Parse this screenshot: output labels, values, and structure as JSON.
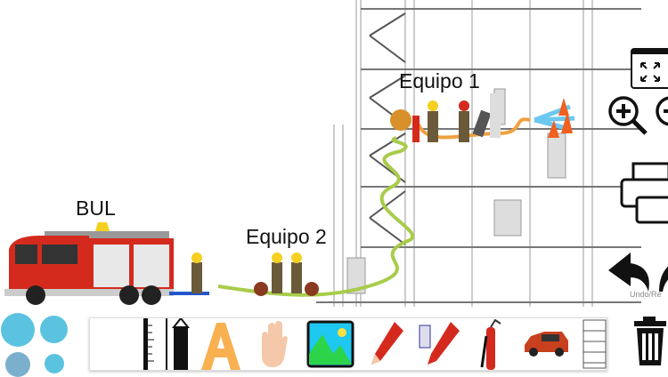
{
  "canvas": {
    "labels": {
      "bul": "BUL",
      "team2": "Equipo 2",
      "team1": "Equipo 1"
    },
    "colors": {
      "hose_green": "#a8cc4a",
      "hose_orange": "#f0a040",
      "truck_red": "#d42a1e",
      "water_blue": "#6cc8f0"
    }
  },
  "right_controls": {
    "fullscreen_icon": "fullscreen-icon",
    "zoom_in_icon": "zoom-in-icon",
    "zoom_out_icon": "zoom-out-icon",
    "print_icon": "printer-icon",
    "undo_redo_label": "Undo/Re"
  },
  "toolbar": {
    "tools": [
      "blank",
      "ruler",
      "marker",
      "text",
      "hand",
      "image",
      "pencil",
      "measure-pencil",
      "extinguisher",
      "vehicle",
      "building"
    ],
    "accent": "#5bc3e0"
  },
  "trash_icon": "trash-icon"
}
